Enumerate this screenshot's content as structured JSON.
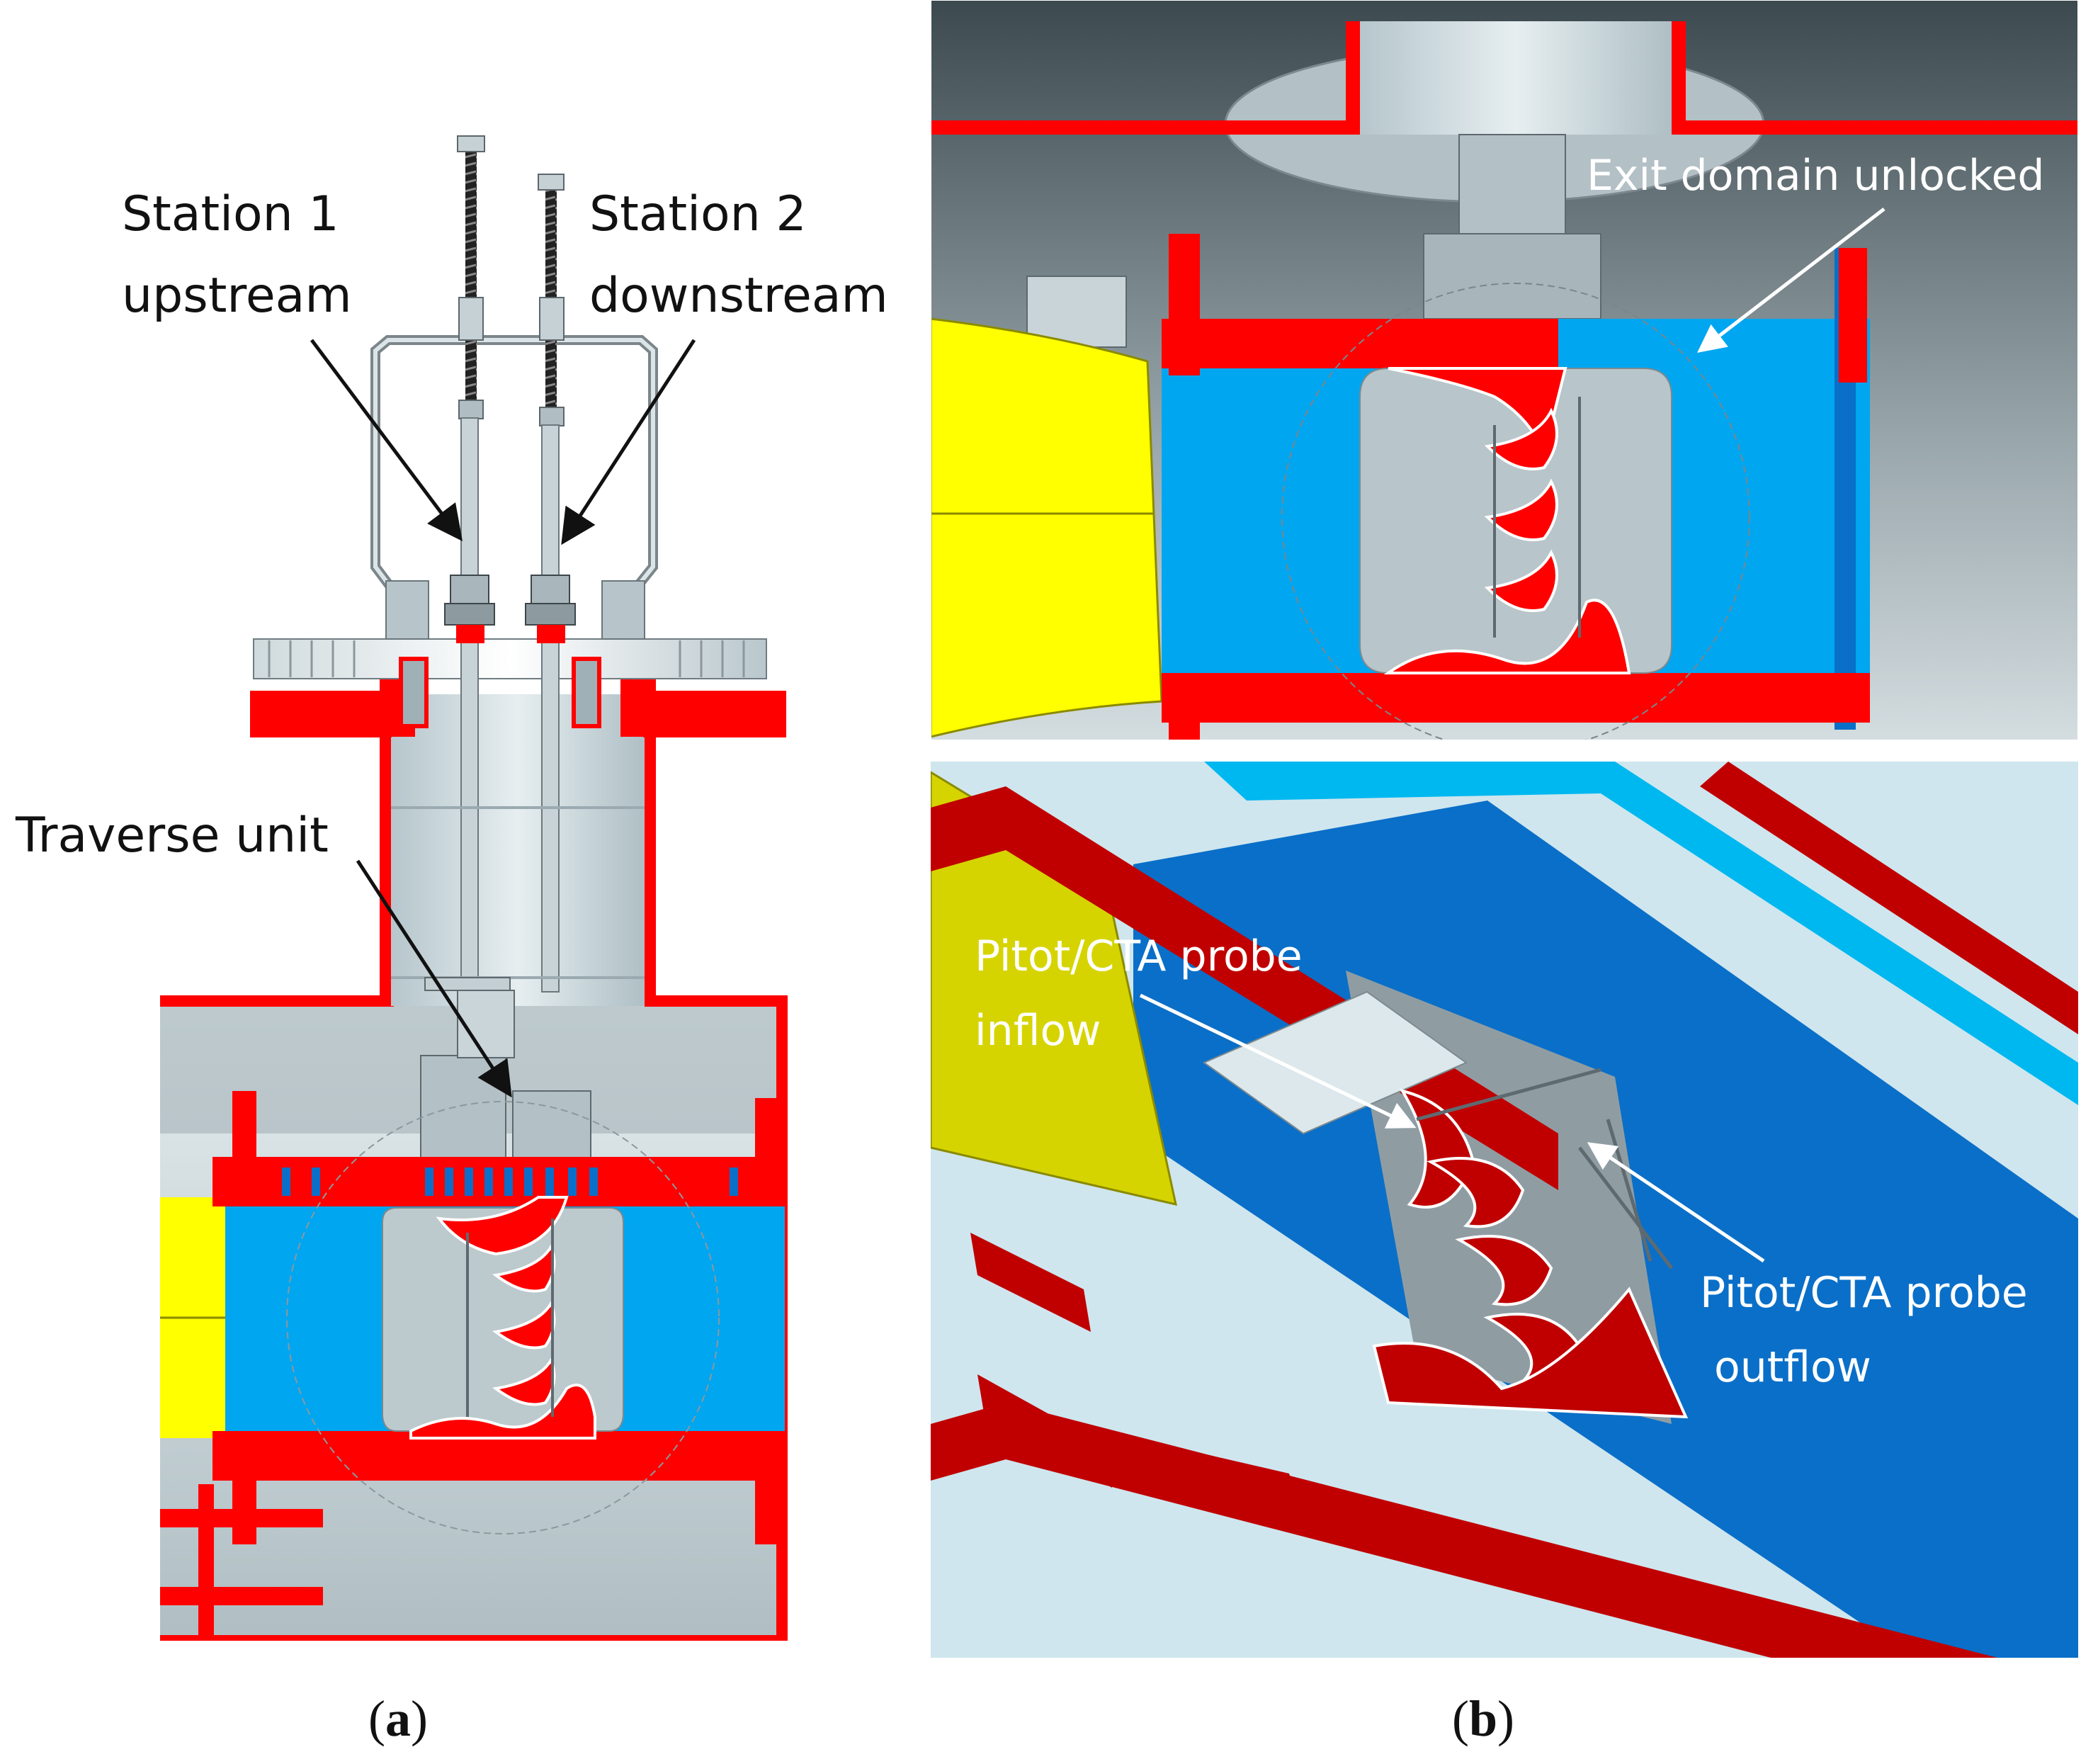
{
  "panels": {
    "a": {
      "caption_open": "(",
      "caption_letter": "a",
      "caption_close": ")",
      "labels": {
        "station1_line1": "Station 1",
        "station1_line2": "upstream",
        "station2_line1": "Station 2",
        "station2_line2": "downstream",
        "traverse": "Traverse unit"
      }
    },
    "b": {
      "caption_open": "(",
      "caption_letter": "b",
      "caption_close": ")",
      "top_label": "Exit domain unlocked",
      "inflow_line1": "Pitot/CTA probe",
      "inflow_line2": "inflow",
      "outflow_line1": "Pitot/CTA probe",
      "outflow_line2": "outflow"
    }
  },
  "colors": {
    "section_red": "#ff0000",
    "dark_red": "#c00000",
    "blue": "#00a6f0",
    "deep_blue": "#0a6fc8",
    "yellow": "#ffff00",
    "metal": "#c9d4d8",
    "light_metal": "#dce8ec",
    "dark_gray": "#5f6a70"
  },
  "icons": {
    "arrow": "arrow-icon"
  }
}
